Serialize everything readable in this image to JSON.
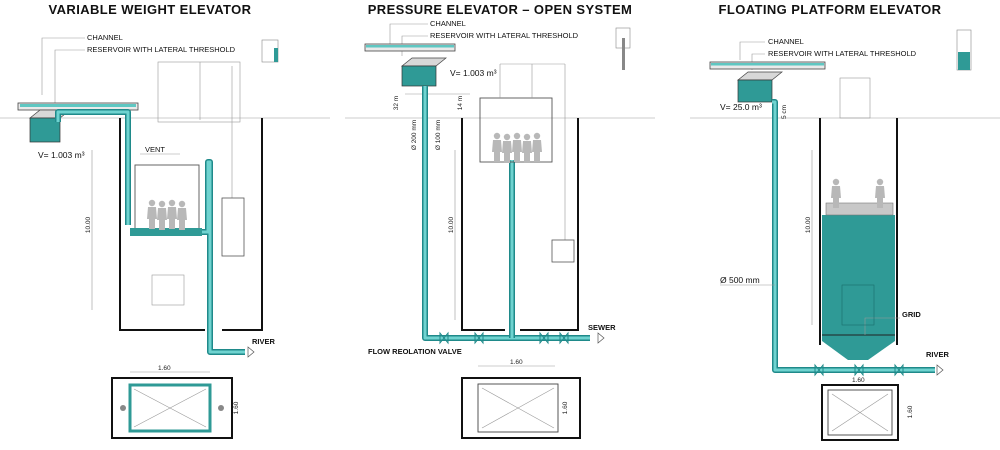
{
  "panels": [
    {
      "title": "VARIABLE WEIGHT ELEVATOR",
      "channel": "CHANNEL",
      "reservoir": "RESERVOIR WITH LATERAL THRESHOLD",
      "volume": "V= 1.003 m³",
      "vent": "VENT",
      "outlet": "RIVER",
      "height_dim": "10.00",
      "plan_width": "1.60",
      "plan_depth": "1.60"
    },
    {
      "title": "PRESSURE ELEVATOR – OPEN SYSTEM",
      "channel": "CHANNEL",
      "reservoir": "RESERVOIR WITH LATERAL THRESHOLD",
      "volume": "V= 1.003 m³",
      "dim_a": "32 m",
      "dim_b": "14 m",
      "pipe_a": "Ø 200 mm",
      "pipe_b": "Ø 100 mm",
      "height_dim": "10.00",
      "outlet": "SEWER",
      "valve": "FLOW REOLATION VALVE",
      "plan_width": "1.60",
      "plan_depth": "1.60"
    },
    {
      "title": "FLOATING PLATFORM ELEVATOR",
      "channel": "CHANNEL",
      "reservoir": "RESERVOIR WITH LATERAL THRESHOLD",
      "volume": "V= 25.0 m³",
      "dim_top": "5 cm",
      "height_dim": "10.00",
      "pipe": "Ø 500 mm",
      "grid": "GRID",
      "outlet": "RIVER",
      "width_dim": "1.60",
      "plan_depth": "1.60"
    }
  ],
  "colors": {
    "water": "#2f9a96",
    "pipe": "#1f8a8a",
    "highlight": "#6fd3d0"
  }
}
